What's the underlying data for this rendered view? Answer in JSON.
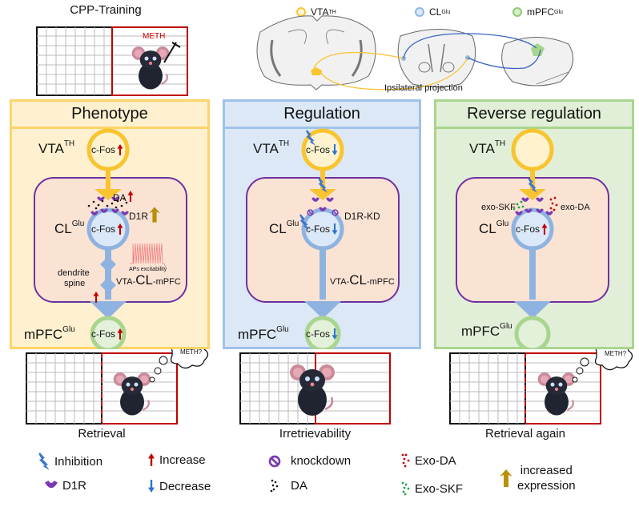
{
  "top": {
    "cpp_title": "CPP-Training",
    "meth_label": "METH",
    "brain_legend": [
      {
        "label": "VTA",
        "sup": "TH",
        "color": "#f9c42f"
      },
      {
        "label": "CL",
        "sup": "Glu",
        "color": "#8fb8e8"
      },
      {
        "label": "mPFC",
        "sup": "Glu",
        "color": "#8fcc74"
      }
    ],
    "projection_label": "Ipsilateral projection"
  },
  "panels": [
    {
      "title": "Phenotype",
      "vta": {
        "label": "VTA",
        "sup": "TH",
        "cfos": "c-Fos",
        "change": "increase"
      },
      "cl": {
        "label": "CL",
        "sup": "Glu",
        "cfos": "c-Fos",
        "change": "increase"
      },
      "mpfc": {
        "label": "mPFC",
        "sup": "Glu",
        "cfos": "c-Fos",
        "change": "increase"
      },
      "da_label": "DA",
      "d1r_label": "D1R",
      "dendrite_label_1": "dendrite",
      "dendrite_label_2": "spine",
      "aps_label": "APs excitability",
      "circuit_label_pre": "VTA-",
      "circuit_label_main": "CL",
      "circuit_label_post": "-mPFC",
      "caption": "Retrieval",
      "thought": "METH?"
    },
    {
      "title": "Regulation",
      "vta": {
        "label": "VTA",
        "sup": "TH",
        "cfos": "c-Fos",
        "change": "decrease"
      },
      "cl": {
        "label": "CL",
        "sup": "Glu",
        "cfos": "c-Fos",
        "change": "decrease"
      },
      "mpfc": {
        "label": "mPFC",
        "sup": "Glu",
        "cfos": "c-Fos",
        "change": "decrease"
      },
      "d1r_kd_label": "D1R-KD",
      "circuit_label_pre": "VTA-",
      "circuit_label_main": "CL",
      "circuit_label_post": "-mPFC",
      "caption": "Irretrievability"
    },
    {
      "title": "Reverse regulation",
      "vta": {
        "label": "VTA",
        "sup": "TH"
      },
      "cl": {
        "label": "CL",
        "sup": "Glu",
        "cfos": "c-Fos",
        "change": "increase"
      },
      "mpfc": {
        "label": "mPFC",
        "sup": "Glu"
      },
      "exo_skf_label": "exo-SKF",
      "exo_da_label": "exo-DA",
      "caption": "Retrieval again",
      "thought": "METH?"
    }
  ],
  "legend": [
    {
      "icon": "lightning-inhibition-icon",
      "label": "Inhibition"
    },
    {
      "icon": "d1r-receptor-icon",
      "label": "D1R"
    },
    {
      "icon": "red-up-arrow-icon",
      "label": "Increase"
    },
    {
      "icon": "blue-down-arrow-icon",
      "label": "Decrease"
    },
    {
      "icon": "knockdown-icon",
      "label": "knockdown"
    },
    {
      "icon": "da-dots-icon",
      "label": "DA"
    },
    {
      "icon": "exo-da-dots-icon",
      "label": "Exo-DA"
    },
    {
      "icon": "exo-skf-dots-icon",
      "label": "Exo-SKF"
    },
    {
      "icon": "gold-up-arrow-icon",
      "label_1": "increased",
      "label_2": "expression"
    }
  ],
  "colors": {
    "yellow": "#f9c42f",
    "blue": "#8fb8e8",
    "green": "#a9d58f",
    "purple": "#7030a0",
    "red": "#c00000",
    "arrow_blue": "#2e75c9",
    "gold": "#b8900c"
  }
}
